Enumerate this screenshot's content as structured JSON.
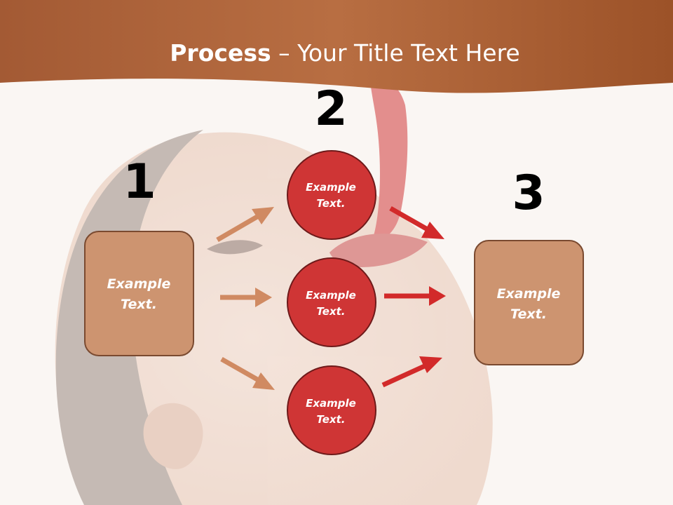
{
  "slide": {
    "title_bold": "Process",
    "title_dash": " – ",
    "title_rest": "Your Title Text Here"
  },
  "steps": {
    "one": "1",
    "two": "2",
    "three": "3"
  },
  "boxes": {
    "left": {
      "line1": "Example",
      "line2": "Text."
    },
    "right": {
      "line1": "Example",
      "line2": "Text."
    }
  },
  "circles": [
    {
      "line1": "Example",
      "line2": "Text."
    },
    {
      "line1": "Example",
      "line2": "Text."
    },
    {
      "line1": "Example",
      "line2": "Text."
    }
  ],
  "colors": {
    "banner": "#b0643a",
    "box_fill": "#cd9470",
    "box_stroke": "#7a4a30",
    "circle_fill": "#cf3535",
    "circle_stroke": "#6e1a1a",
    "arrow_left": "#d08a62",
    "arrow_right": "#d22a2a"
  }
}
